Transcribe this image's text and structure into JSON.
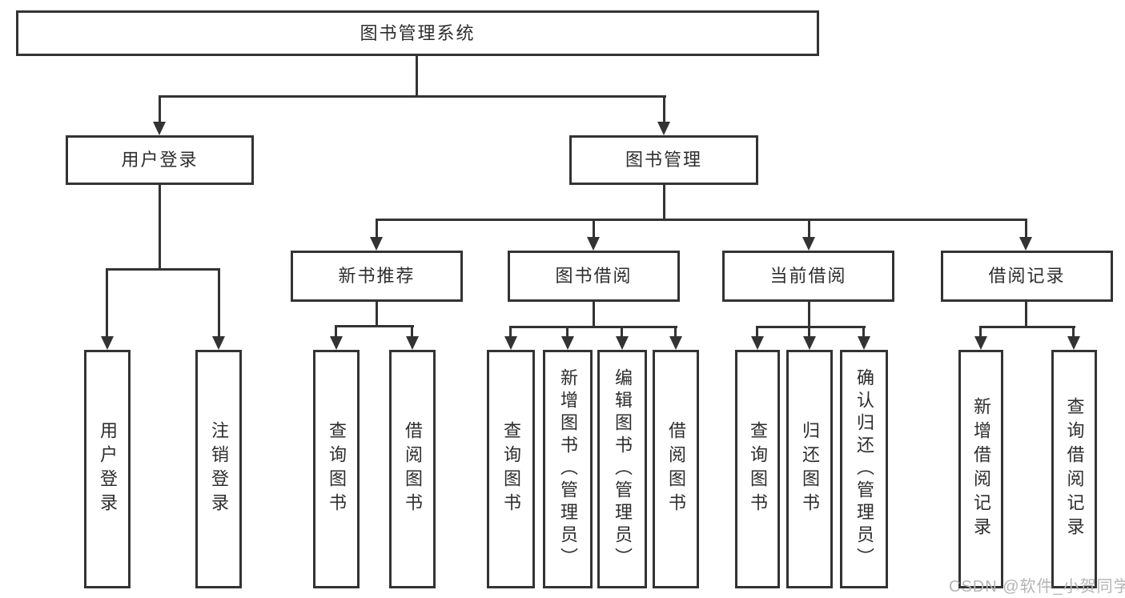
{
  "tree": {
    "root": {
      "label": "图书管理系统"
    },
    "branches": [
      {
        "label": "用户登录",
        "children": [
          {
            "label": "用户登录"
          },
          {
            "label": "注销登录"
          }
        ]
      },
      {
        "label": "图书管理",
        "children": [
          {
            "label": "新书推荐",
            "children": [
              {
                "label": "查询图书"
              },
              {
                "label": "借阅图书"
              }
            ]
          },
          {
            "label": "图书借阅",
            "children": [
              {
                "label": "查询图书"
              },
              {
                "label": "新增图书（管理员）"
              },
              {
                "label": "编辑图书（管理员）"
              },
              {
                "label": "借阅图书"
              }
            ]
          },
          {
            "label": "当前借阅",
            "children": [
              {
                "label": "查询图书"
              },
              {
                "label": "归还图书"
              },
              {
                "label": "确认归还（管理员）"
              }
            ]
          },
          {
            "label": "借阅记录",
            "children": [
              {
                "label": "新增借阅记录"
              },
              {
                "label": "查询借阅记录"
              }
            ]
          }
        ]
      }
    ]
  },
  "watermark": {
    "text": "CSDN @软件_小贺同学"
  },
  "colors": {
    "line": "#333333",
    "text": "#2d2d2d",
    "background": "#ffffff",
    "watermark": "#b5b5b5"
  }
}
